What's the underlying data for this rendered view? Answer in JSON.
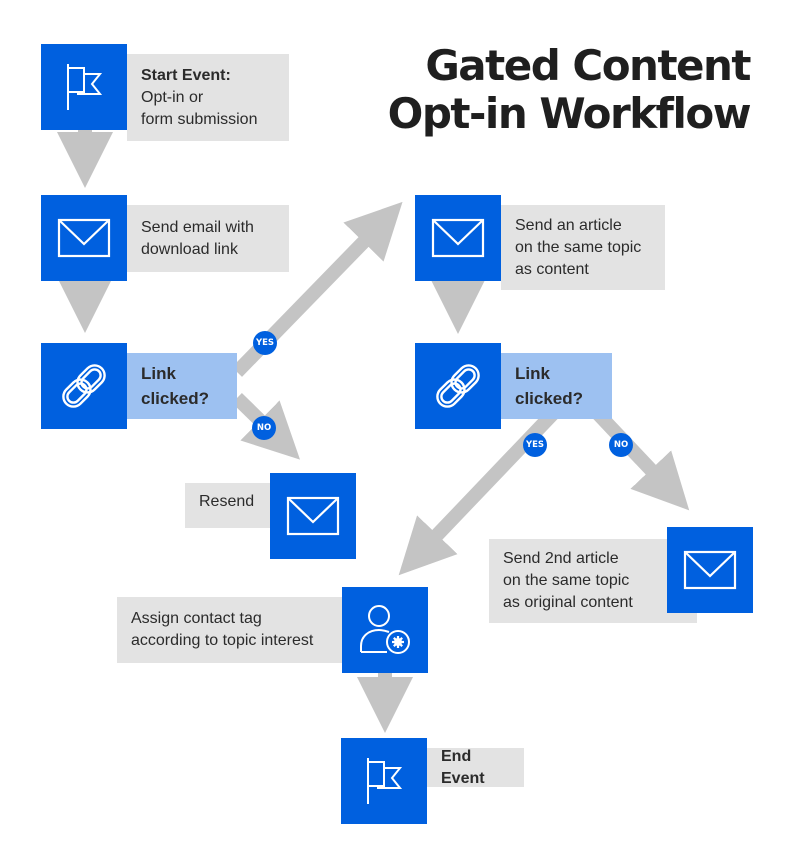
{
  "title": {
    "line1": "Gated Content",
    "line2": "Opt-in Workflow"
  },
  "colors": {
    "accent": "#0060df",
    "decision_fill": "#9dc1f1",
    "label_fill": "#e3e3e3",
    "arrow": "#c4c4c4",
    "title_text": "#1f1f1f"
  },
  "nodes": {
    "start": {
      "icon": "flag-icon",
      "heading": "Start Event:",
      "line1": "Opt-in or",
      "line2": "form submission"
    },
    "send_email": {
      "icon": "envelope-icon",
      "line1": "Send email with",
      "line2": "download link"
    },
    "link_check_1": {
      "icon": "chain-link-icon",
      "line1": "Link",
      "line2": "clicked?"
    },
    "resend": {
      "icon": "envelope-icon",
      "line1": "Resend"
    },
    "send_article": {
      "icon": "envelope-icon",
      "line1": "Send an article",
      "line2": "on the same topic",
      "line3": "as content"
    },
    "link_check_2": {
      "icon": "chain-link-icon",
      "line1": "Link",
      "line2": "clicked?"
    },
    "send_second_article": {
      "icon": "envelope-icon",
      "line1": "Send 2nd article",
      "line2": "on the same topic",
      "line3": "as original content"
    },
    "assign_tag": {
      "icon": "user-settings-icon",
      "line1": "Assign contact tag",
      "line2": "according to topic interest"
    },
    "end": {
      "icon": "flag-icon",
      "line1": "End Event"
    }
  },
  "branches": {
    "yes_1": "YES",
    "no_1": "NO",
    "yes_2": "YES",
    "no_2": "NO"
  }
}
